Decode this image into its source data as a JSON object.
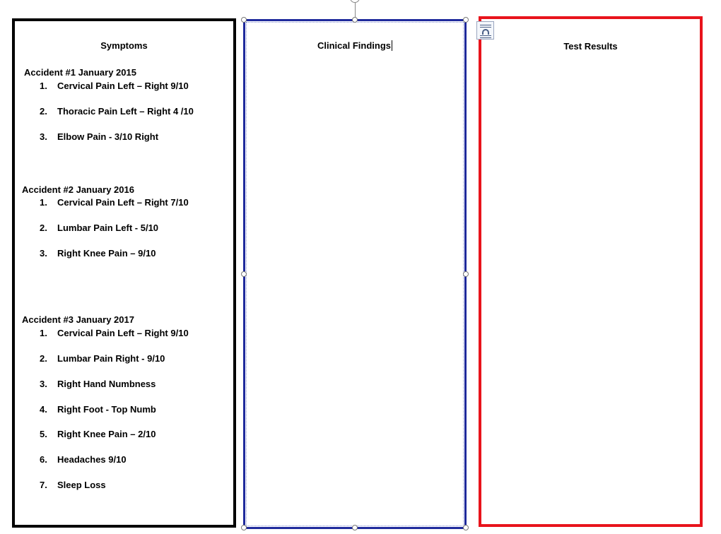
{
  "symptoms": {
    "title": "Symptoms",
    "accidents": [
      {
        "heading": "Accident #1 January 2015",
        "items": [
          {
            "num": "1.",
            "text": "Cervical Pain Left – Right 9/10"
          },
          {
            "num": "2.",
            "text": "Thoracic Pain Left – Right 4 /10"
          },
          {
            "num": "3.",
            "text": "Elbow Pain - 3/10 Right"
          }
        ]
      },
      {
        "heading": "Accident #2 January 2016",
        "items": [
          {
            "num": "1.",
            "text": "Cervical Pain Left – Right 7/10"
          },
          {
            "num": "2.",
            "text": "Lumbar Pain Left - 5/10"
          },
          {
            "num": "3.",
            "text": "Right Knee Pain – 9/10"
          }
        ]
      },
      {
        "heading": "Accident #3 January 2017",
        "items": [
          {
            "num": "1.",
            "text": "Cervical Pain Left – Right 9/10"
          },
          {
            "num": "2.",
            "text": "Lumbar Pain Right - 9/10"
          },
          {
            "num": "3.",
            "text": "Right Hand Numbness"
          },
          {
            "num": "4.",
            "text": "Right Foot - Top Numb"
          },
          {
            "num": "5.",
            "text": "Right Knee Pain – 2/10"
          },
          {
            "num": "6.",
            "text": "Headaches 9/10"
          },
          {
            "num": "7.",
            "text": "Sleep Loss"
          }
        ]
      }
    ]
  },
  "findings": {
    "title": "Clinical Findings"
  },
  "results": {
    "title": "Test Results"
  },
  "icons": {
    "layout_options": "layout-options-icon",
    "rotate": "rotate-handle-icon"
  },
  "colors": {
    "symptoms_border": "#000000",
    "findings_border": "#1f2a9c",
    "results_border": "#e8141c"
  }
}
